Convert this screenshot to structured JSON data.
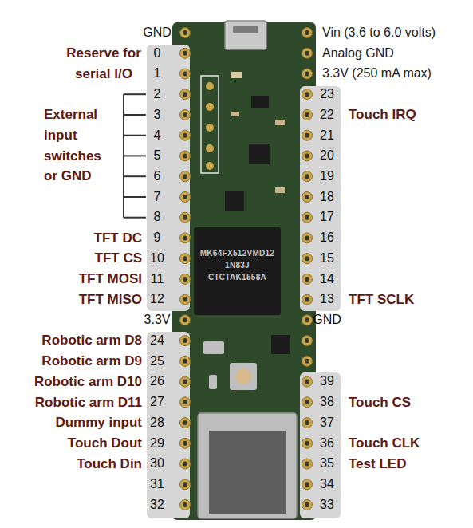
{
  "diagram": {
    "labels": [
      "Reserve for serial I/O",
      "External input switches or GND",
      "TFT DC",
      "TFT CS",
      "TFT MOSI",
      "TFT MISO",
      "Robotic arm D8",
      "Robotic arm D9",
      "Robotic arm D10",
      "Robotic arm D11",
      "Dummy input",
      "Touch Dout",
      "Touch Din",
      "GND",
      "0",
      "1",
      "2",
      "3",
      "4",
      "5",
      "6",
      "7",
      "8",
      "9",
      "10",
      "11",
      "12",
      "3.3V",
      "24",
      "25",
      "26",
      "27",
      "28",
      "29",
      "30",
      "31",
      "32",
      "MK64FX512VMD12",
      "1N83J",
      "CTCTAK1558A",
      "Vin (3.6 to 6.0 volts)",
      "Analog GND",
      "3.3V (250 mA max)",
      "23",
      "22",
      "21",
      "20",
      "19",
      "18",
      "17",
      "16",
      "15",
      "14",
      "13",
      "GND",
      "39",
      "38",
      "37",
      "36",
      "35",
      "34",
      "33",
      "Touch IRQ",
      "TFT SCLK",
      "Touch CS",
      "Touch CLK",
      "Test LED"
    ]
  }
}
